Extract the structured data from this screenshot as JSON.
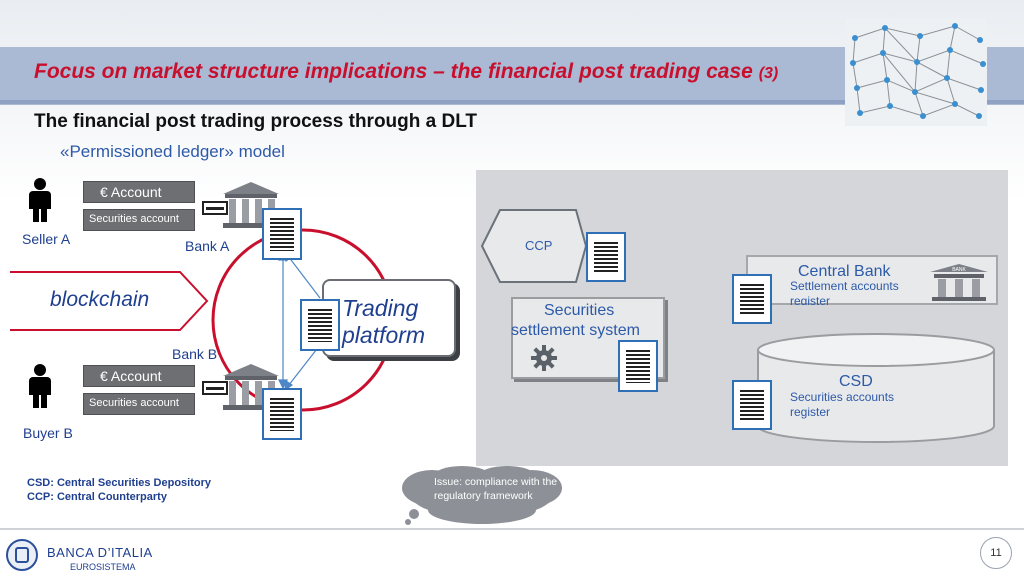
{
  "header": {
    "title": "Focus on market structure implications – the financial post trading case",
    "title_suffix": "(3)",
    "subtitle": "The financial post trading process through a DLT",
    "model_label": "«Permissioned ledger» model"
  },
  "parties": {
    "seller": {
      "label": "Seller A",
      "euro_account": "€ Account",
      "securities_account": "Securities account"
    },
    "buyer": {
      "label": "Buyer B",
      "euro_account": "€ Account",
      "securities_account": "Securities account"
    },
    "bank_a": "Bank A",
    "bank_b": "Bank B"
  },
  "blockchain_label": "blockchain",
  "trading_platform": {
    "line1": "Trading",
    "line2": "platform"
  },
  "infrastructure": {
    "ccp": "CCP",
    "sss_line1": "Securities",
    "sss_line2": "settlement system",
    "central_bank": {
      "title": "Central Bank",
      "desc": "Settlement accounts register",
      "icon_text": "BANK"
    },
    "csd": {
      "title": "CSD",
      "desc": "Securities accounts register"
    }
  },
  "definitions": {
    "csd": "CSD: Central Securities Depository",
    "ccp": "CCP: Central Counterparty"
  },
  "issue": "Issue: compliance with the regulatory framework",
  "footer": {
    "org_name": "BANCA D’ITALIA",
    "org_sub": "EUROSISTEMA",
    "page_number": "11"
  },
  "colors": {
    "title_red": "#c8102e",
    "label_blue": "#1f3f8f",
    "ring_red": "#c8102e",
    "panel_gray": "#d4d6d9"
  }
}
